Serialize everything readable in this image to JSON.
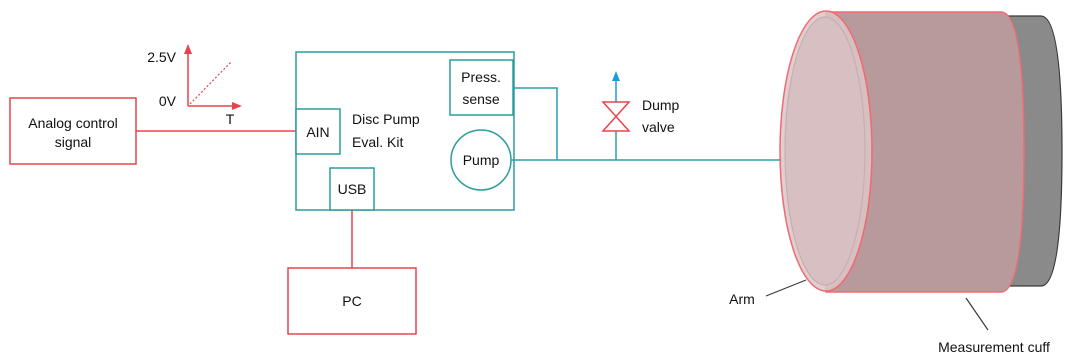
{
  "labels": {
    "analog_control_line1": "Analog control",
    "analog_control_line2": "signal",
    "v_high": "2.5V",
    "v_low": "0V",
    "t_axis": "T",
    "ain": "AIN",
    "kit_line1": "Disc Pump",
    "kit_line2": "Eval. Kit",
    "press_line1": "Press.",
    "press_line2": "sense",
    "pump": "Pump",
    "usb": "USB",
    "pc": "PC",
    "dump_line1": "Dump",
    "dump_line2": "valve",
    "arm": "Arm",
    "cuff": "Measurement cuff"
  },
  "colors": {
    "signal_red": "#e8434a",
    "kit_teal": "#2a9d9a",
    "air_line_blue": "#2a9fb0",
    "valve_arrow": "#1e9be0",
    "cuff_fill": "#b89a9c",
    "arm_grey": "#8a8a8a"
  }
}
